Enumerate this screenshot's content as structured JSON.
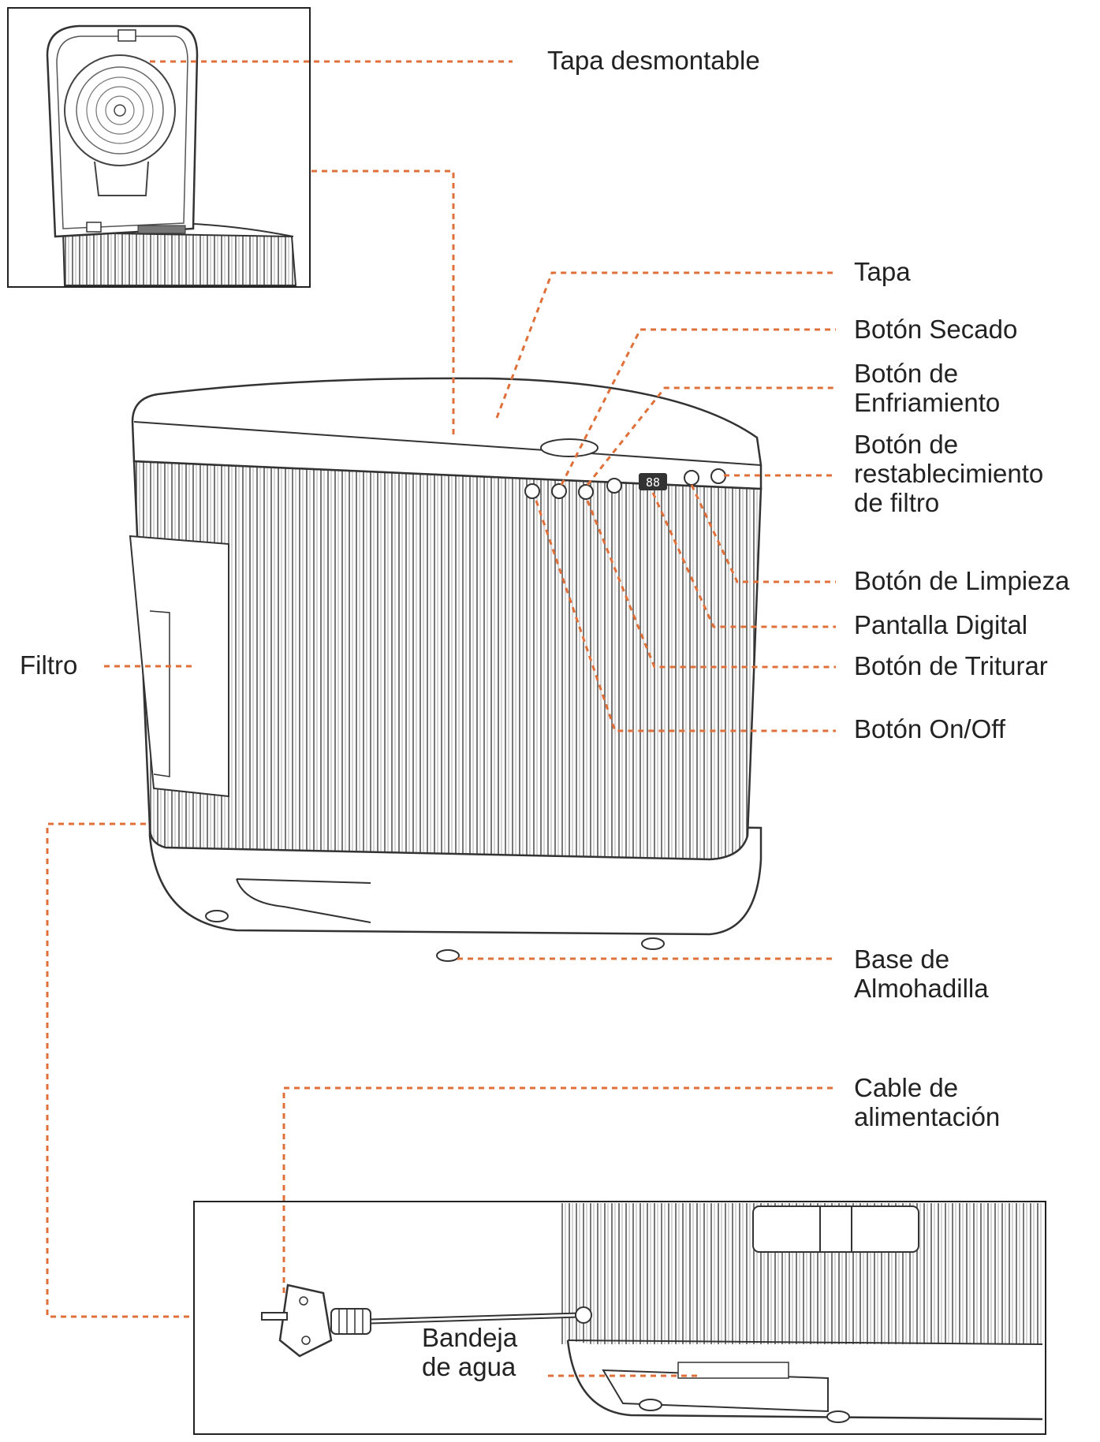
{
  "colors": {
    "leader": "#e0703a",
    "ink": "#333333"
  },
  "labels": {
    "tapa_desmontable": "Tapa desmontable",
    "tapa": "Tapa",
    "boton_secado": "Botón Secado",
    "boton_enfriamiento": [
      "Botón de",
      "Enfriamiento"
    ],
    "boton_filtro": [
      "Botón de",
      "restablecimiento",
      "de filtro"
    ],
    "boton_limpieza": "Botón de Limpieza",
    "pantalla_digital": "Pantalla Digital",
    "boton_triturar": "Botón de Triturar",
    "boton_onoff": "Botón On/Off",
    "filtro": "Filtro",
    "base_almohadilla": [
      "Base de",
      "Almohadilla"
    ],
    "cable": [
      "Cable de",
      "alimentación"
    ],
    "bandeja": [
      "Bandeja",
      "de agua"
    ]
  },
  "display_readout": "88"
}
